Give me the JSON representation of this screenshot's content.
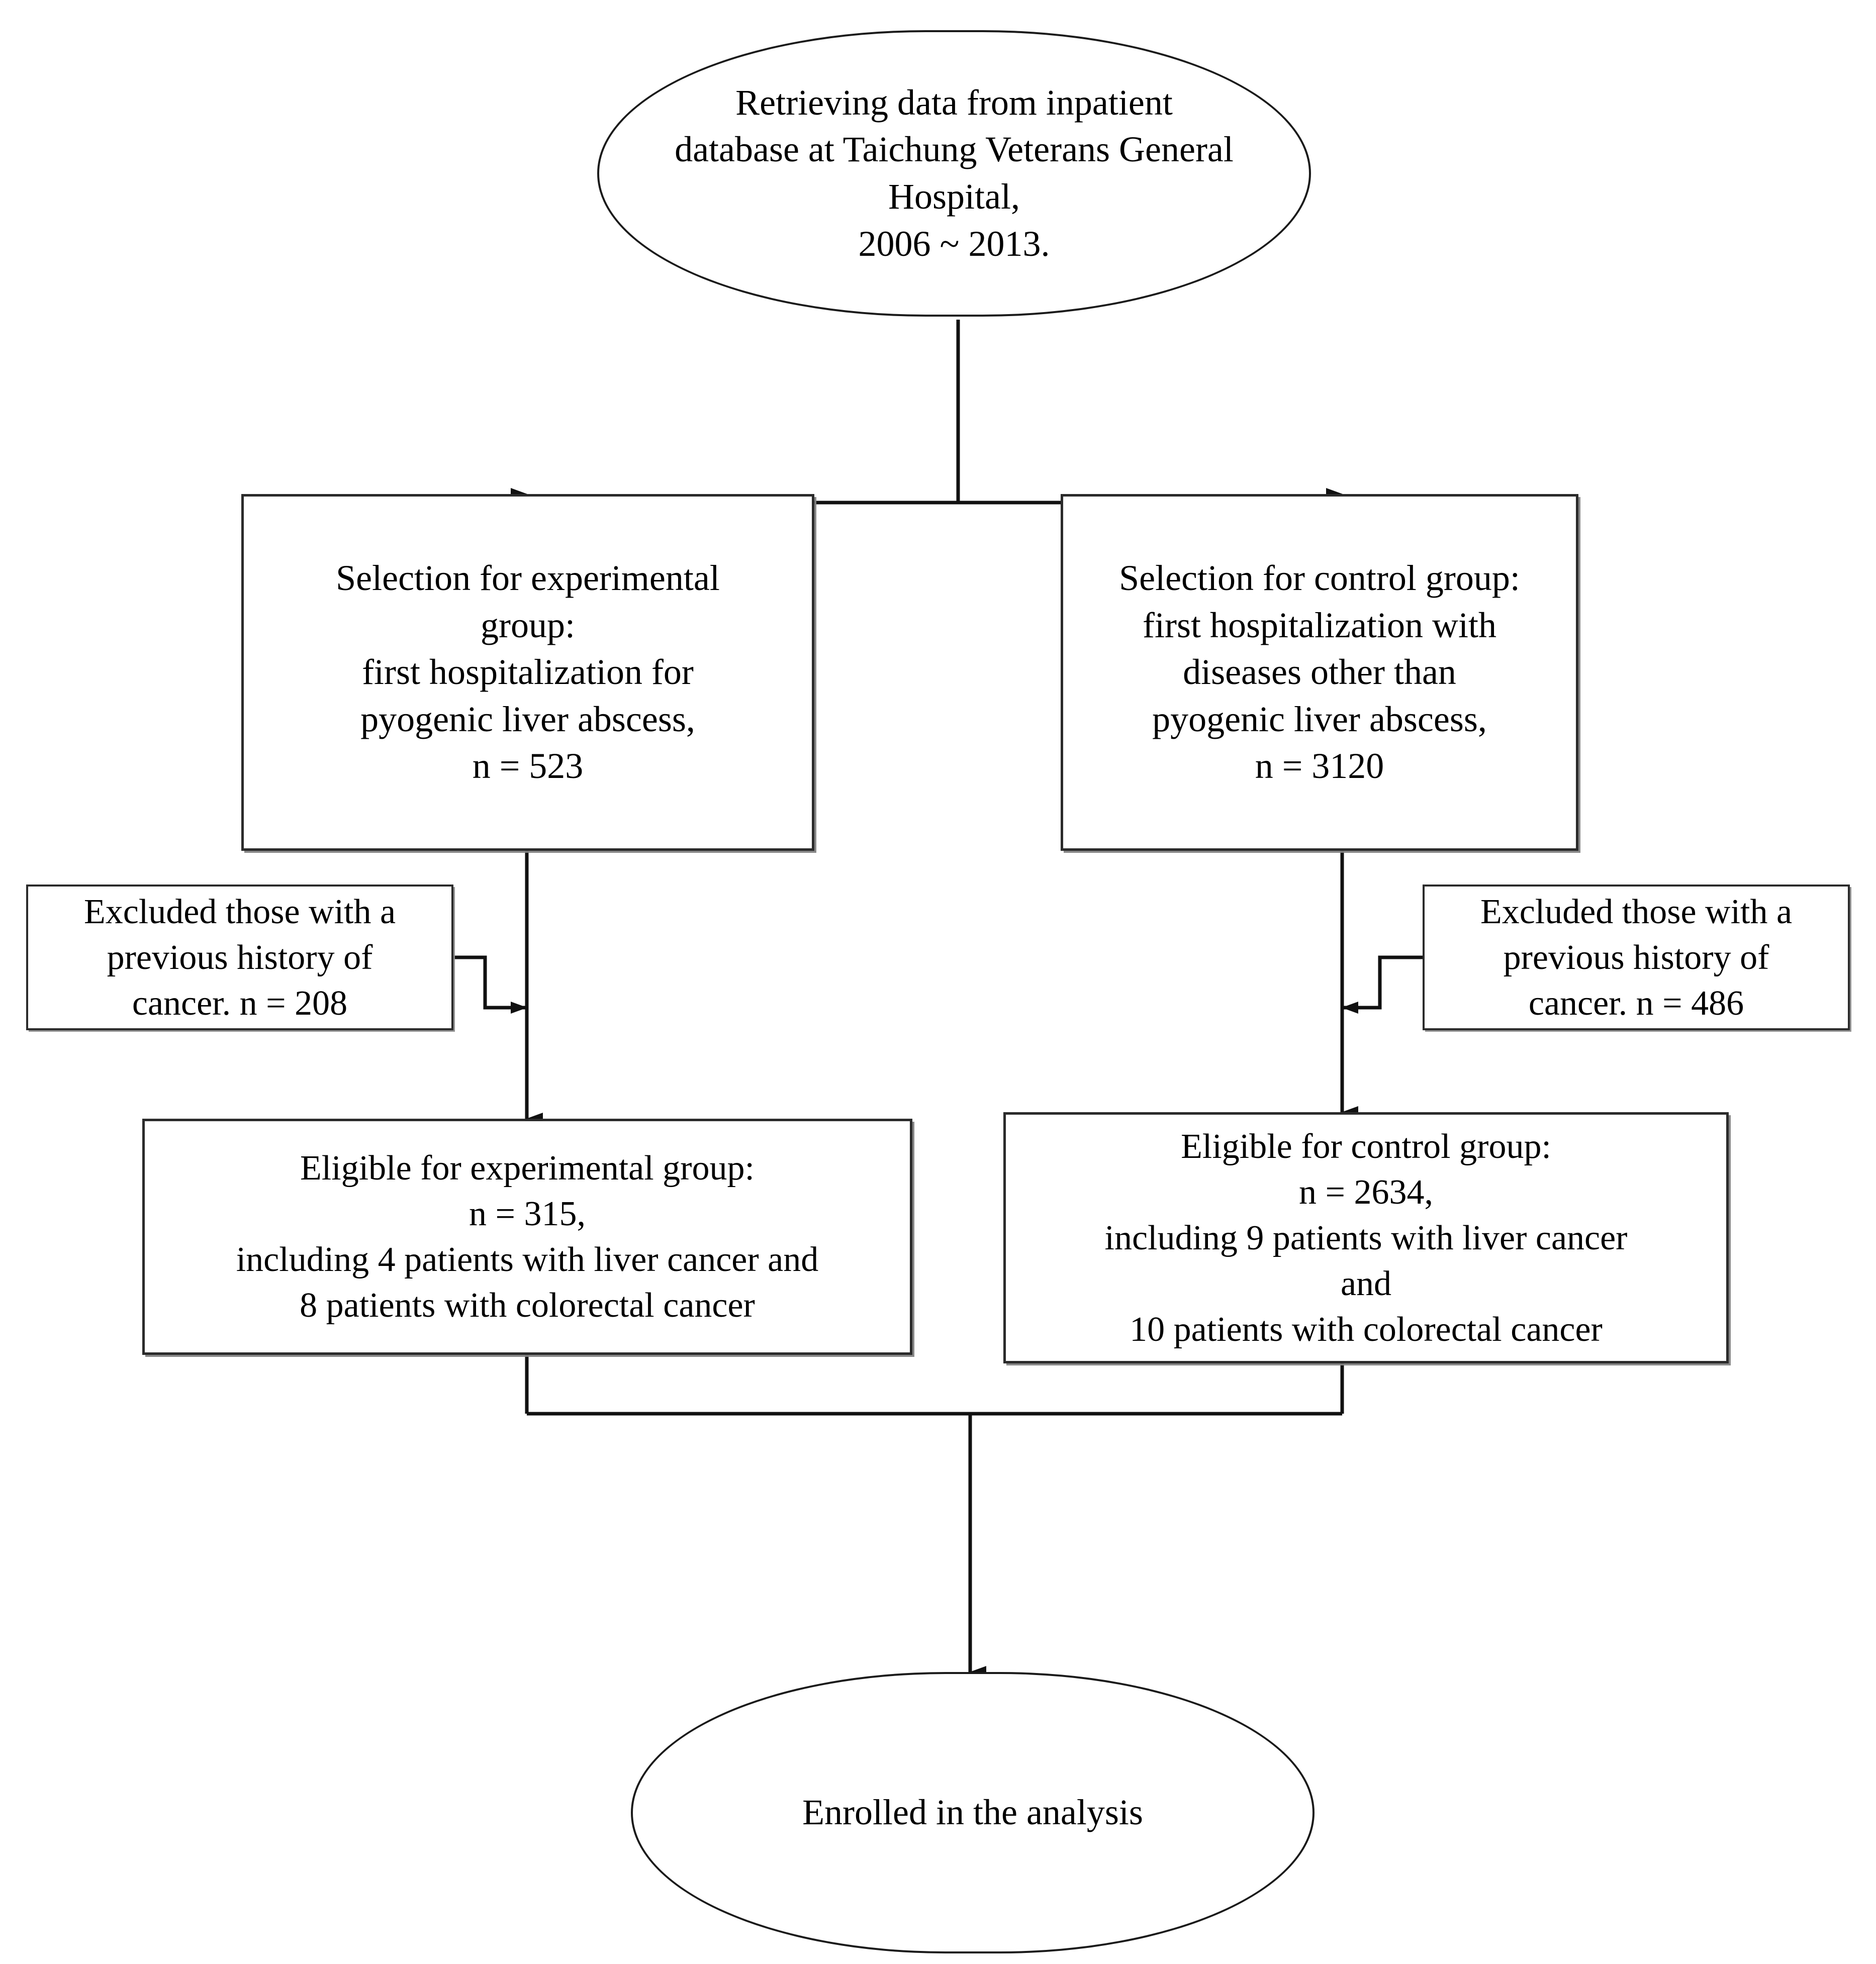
{
  "diagram": {
    "title": "Study participant selection flowchart",
    "ink_color": "#1a1a1a",
    "shadow_color": "#888888",
    "background": "#ffffff"
  },
  "nodes": {
    "source": {
      "shape": "terminator",
      "text": "Retrieving data from inpatient\ndatabase at Taichung Veterans General\nHospital,\n2006 ~ 2013."
    },
    "experimental_selection": {
      "shape": "rectangle",
      "text": "Selection for experimental\ngroup:\nfirst hospitalization for\npyogenic liver abscess,\nn = 523"
    },
    "control_selection": {
      "shape": "rectangle",
      "text": "Selection for control group:\nfirst hospitalization with\ndiseases other than\npyogenic liver abscess,\nn = 3120"
    },
    "experimental_excluded": {
      "shape": "rectangle",
      "text": "Excluded those with a\nprevious history of\ncancer. n = 208"
    },
    "control_excluded": {
      "shape": "rectangle",
      "text": "Excluded those with a\nprevious history of\ncancer. n = 486"
    },
    "experimental_eligible": {
      "shape": "rectangle",
      "text": "Eligible for experimental group:\nn = 315,\nincluding 4 patients  with liver cancer and\n8 patients with colorectal cancer"
    },
    "control_eligible": {
      "shape": "rectangle",
      "text": "Eligible for control group:\nn = 2634,\nincluding 9 patients  with  liver cancer\nand\n10 patients with colorectal cancer"
    },
    "enrolled": {
      "shape": "terminator",
      "text": "Enrolled in the analysis"
    }
  },
  "counts": {
    "experimental_selected": 523,
    "control_selected": 3120,
    "experimental_excluded": 208,
    "control_excluded": 486,
    "experimental_eligible": 315,
    "control_eligible": 2634,
    "experimental_liver_cancer": 4,
    "experimental_colorectal_cancer": 8,
    "control_liver_cancer": 9,
    "control_colorectal_cancer": 10,
    "year_start": 2006,
    "year_end": 2013
  },
  "edges": [
    {
      "from": "source",
      "to": "experimental_selection",
      "style": "orthogonal-split",
      "arrow": "down"
    },
    {
      "from": "source",
      "to": "control_selection",
      "style": "orthogonal-split",
      "arrow": "down"
    },
    {
      "from": "experimental_selection",
      "to": "experimental_eligible",
      "style": "straight",
      "arrow": "down"
    },
    {
      "from": "control_selection",
      "to": "control_eligible",
      "style": "straight",
      "arrow": "down"
    },
    {
      "from": "experimental_excluded",
      "to": "experimental_selection_stem",
      "style": "step",
      "arrow": "right"
    },
    {
      "from": "control_excluded",
      "to": "control_selection_stem",
      "style": "step",
      "arrow": "left"
    },
    {
      "from": "experimental_eligible",
      "to": "enrolled",
      "style": "orthogonal-merge",
      "arrow": "down"
    },
    {
      "from": "control_eligible",
      "to": "enrolled",
      "style": "orthogonal-merge",
      "arrow": "down"
    }
  ]
}
